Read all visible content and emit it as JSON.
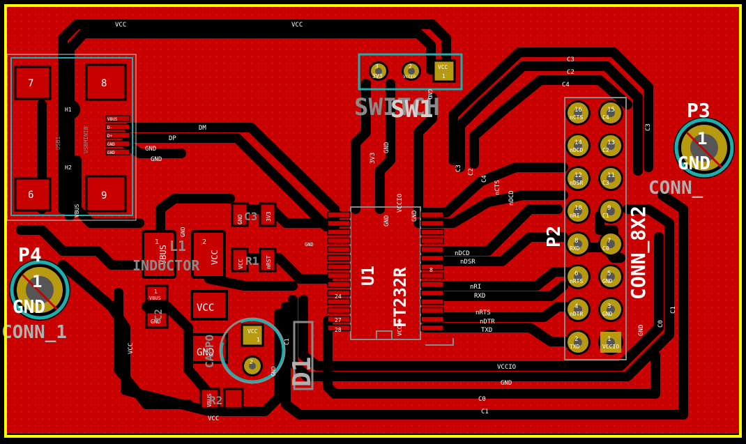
{
  "colors": {
    "background": "#000000",
    "copper": "#c80000",
    "outline": "#ffff00",
    "silkscreen": "#8a8a8a",
    "courtyard": "#1ab0b0",
    "pad_gold": "#b89a10"
  },
  "nets": {
    "vcc_top_left": "VCC",
    "vcc_top_right": "VCC",
    "vcc_left": "VCC",
    "vcc_bottom": "VCC",
    "vcc_r1": "VCC",
    "dm": "DM",
    "dp": "DP",
    "gnd_usb_1": "GND",
    "gnd_usb_2": "GND",
    "gnd_l1": "GND",
    "vbus_usb": "VBUS",
    "v3v3": "3V3",
    "gnd_sw": "GND",
    "vccio_u1": "VCCIO",
    "gnd_u1_a": "GND",
    "gnd_u1_b": "GND",
    "gnd_u1_left": "GND",
    "c3_top": "C3",
    "c2_top": "C2",
    "c4_top": "C4",
    "c3_right": "C3",
    "c3_mid": "C3",
    "c2_mid": "C2",
    "c4_mid": "C4",
    "ncts_mid": "nCTS",
    "ndcd_mid": "nDCD",
    "ndcd": "nDCD",
    "ndsr": "nDSR",
    "nri": "nRI",
    "rxd": "RXD",
    "nrts": "nRTS",
    "ndtr": "nDTR",
    "txd": "TXD",
    "vccio_bottom": "VCCIO",
    "gnd_bottom": "GND",
    "c0_bottom": "C0",
    "c1_bottom": "C1",
    "gnd_right": "GND",
    "c0_right": "C0",
    "c1_right": "C1"
  },
  "usb": {
    "pad_7": "7",
    "pad_8": "8",
    "pad_6": "6",
    "pad_9": "9",
    "hole_1": "H1",
    "hole_2": "H2",
    "ref": "USB1",
    "value": "USBMINIB",
    "pins": [
      "VBUS",
      "D-",
      "D+",
      "GND",
      "GND"
    ]
  },
  "switch": {
    "ref": "SW1",
    "value": "SWITCH",
    "pins": [
      {
        "num": "3",
        "name": "3V3"
      },
      {
        "num": "2",
        "name": "VCCIO"
      },
      {
        "num": "1",
        "name": "VCC"
      }
    ],
    "net_label": "GND"
  },
  "u1": {
    "ref": "U1",
    "value": "FT232R",
    "pin_24": "24",
    "pin_27": "27",
    "pin_28": "28",
    "pin_8": "8",
    "vccio_label": "VCCIO"
  },
  "p2": {
    "ref": "P2",
    "value": "CONN_8X2",
    "pins": [
      {
        "num": "16",
        "name": "nCTS"
      },
      {
        "num": "15",
        "name": "C4"
      },
      {
        "num": "14",
        "name": "nDCD"
      },
      {
        "num": "13",
        "name": "C2"
      },
      {
        "num": "12",
        "name": "nDSR"
      },
      {
        "num": "11",
        "name": "C3"
      },
      {
        "num": "10",
        "name": "nRI"
      },
      {
        "num": "9",
        "name": "C1"
      },
      {
        "num": "8",
        "name": "RXD"
      },
      {
        "num": "7",
        "name": "C0"
      },
      {
        "num": "6",
        "name": "nRTS"
      },
      {
        "num": "5",
        "name": "GND"
      },
      {
        "num": "4",
        "name": "nDTR"
      },
      {
        "num": "3",
        "name": "GND"
      },
      {
        "num": "2",
        "name": "TXD"
      },
      {
        "num": "1",
        "name": "VCCIO"
      }
    ]
  },
  "p3": {
    "ref": "P3",
    "pin": "1",
    "net": "GND",
    "value": "CONN_"
  },
  "p4": {
    "ref": "P4",
    "pin": "1",
    "net": "GND",
    "value": "CONN_1"
  },
  "l1": {
    "ref": "L1",
    "value": "INDUCTOR",
    "pad1_num": "1",
    "pad1_net": "VBUS",
    "pad2_num": "2",
    "pad2_net": "VCC"
  },
  "c3": {
    "ref": "C3",
    "pad1_net": "GND",
    "pad2_net": "3V3"
  },
  "r1": {
    "ref": "R1",
    "pad1_net": "VCC",
    "pad2_net": "nRST"
  },
  "c2": {
    "ref": "C2",
    "pad1_num": "1",
    "pad1_net": "VBUS",
    "pad2_net": "GND"
  },
  "cap_vcc": {
    "ref": "CAPPO",
    "pad1_net": "VCC",
    "pad2_net": "GND"
  },
  "c1": {
    "ref": "C1",
    "pad1_num": "1",
    "pad1_net": "VCC",
    "pad2_num": "2",
    "pad2_net": "GND"
  },
  "r2": {
    "ref": "R2",
    "pad_net": "VBUS"
  },
  "led": {
    "ref": "D1"
  }
}
